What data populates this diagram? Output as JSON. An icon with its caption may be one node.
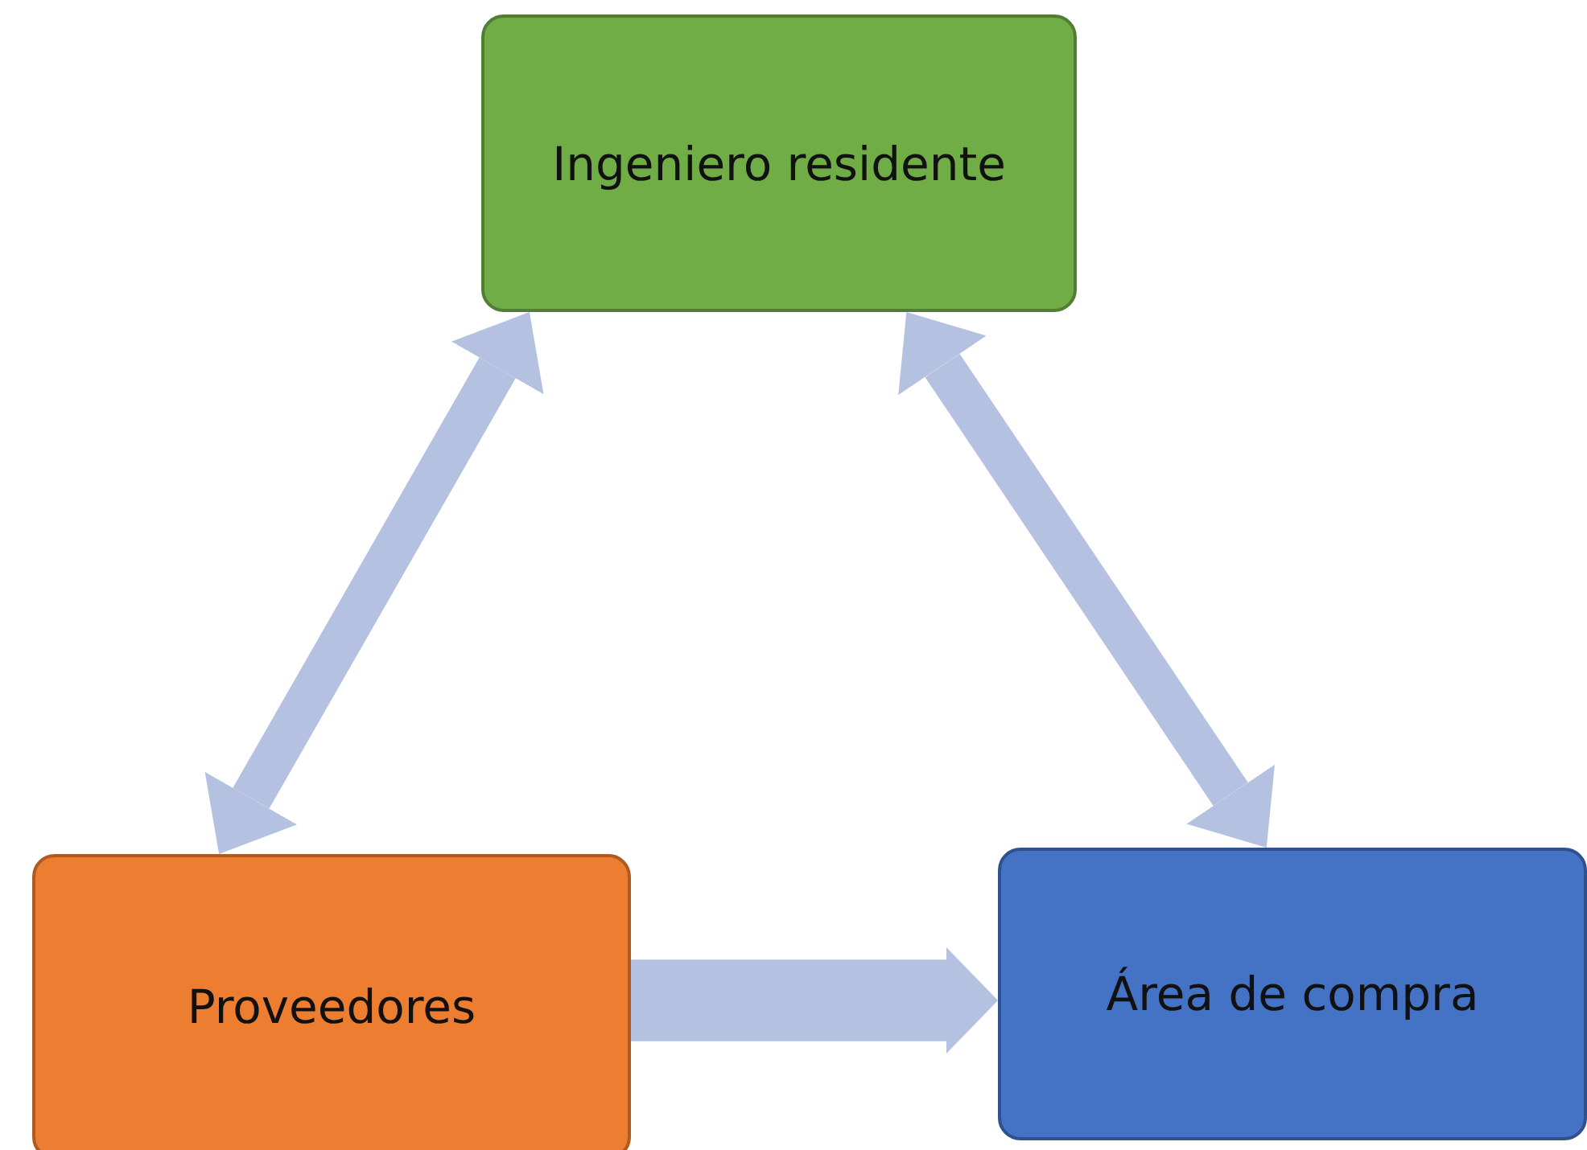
{
  "diagram": {
    "nodes": [
      {
        "text": [
          "Ingeniero residente"
        ]
      },
      {
        "text": [
          "Proveedores"
        ]
      },
      {
        "text": [
          "Área de compra"
        ]
      }
    ],
    "edges": [
      {
        "from": 0,
        "to": 1,
        "arrow": "both"
      },
      {
        "from": 0,
        "to": 2,
        "arrow": "both"
      },
      {
        "from": 1,
        "to": 2,
        "arrow": "to",
        "style": "thick"
      }
    ]
  }
}
